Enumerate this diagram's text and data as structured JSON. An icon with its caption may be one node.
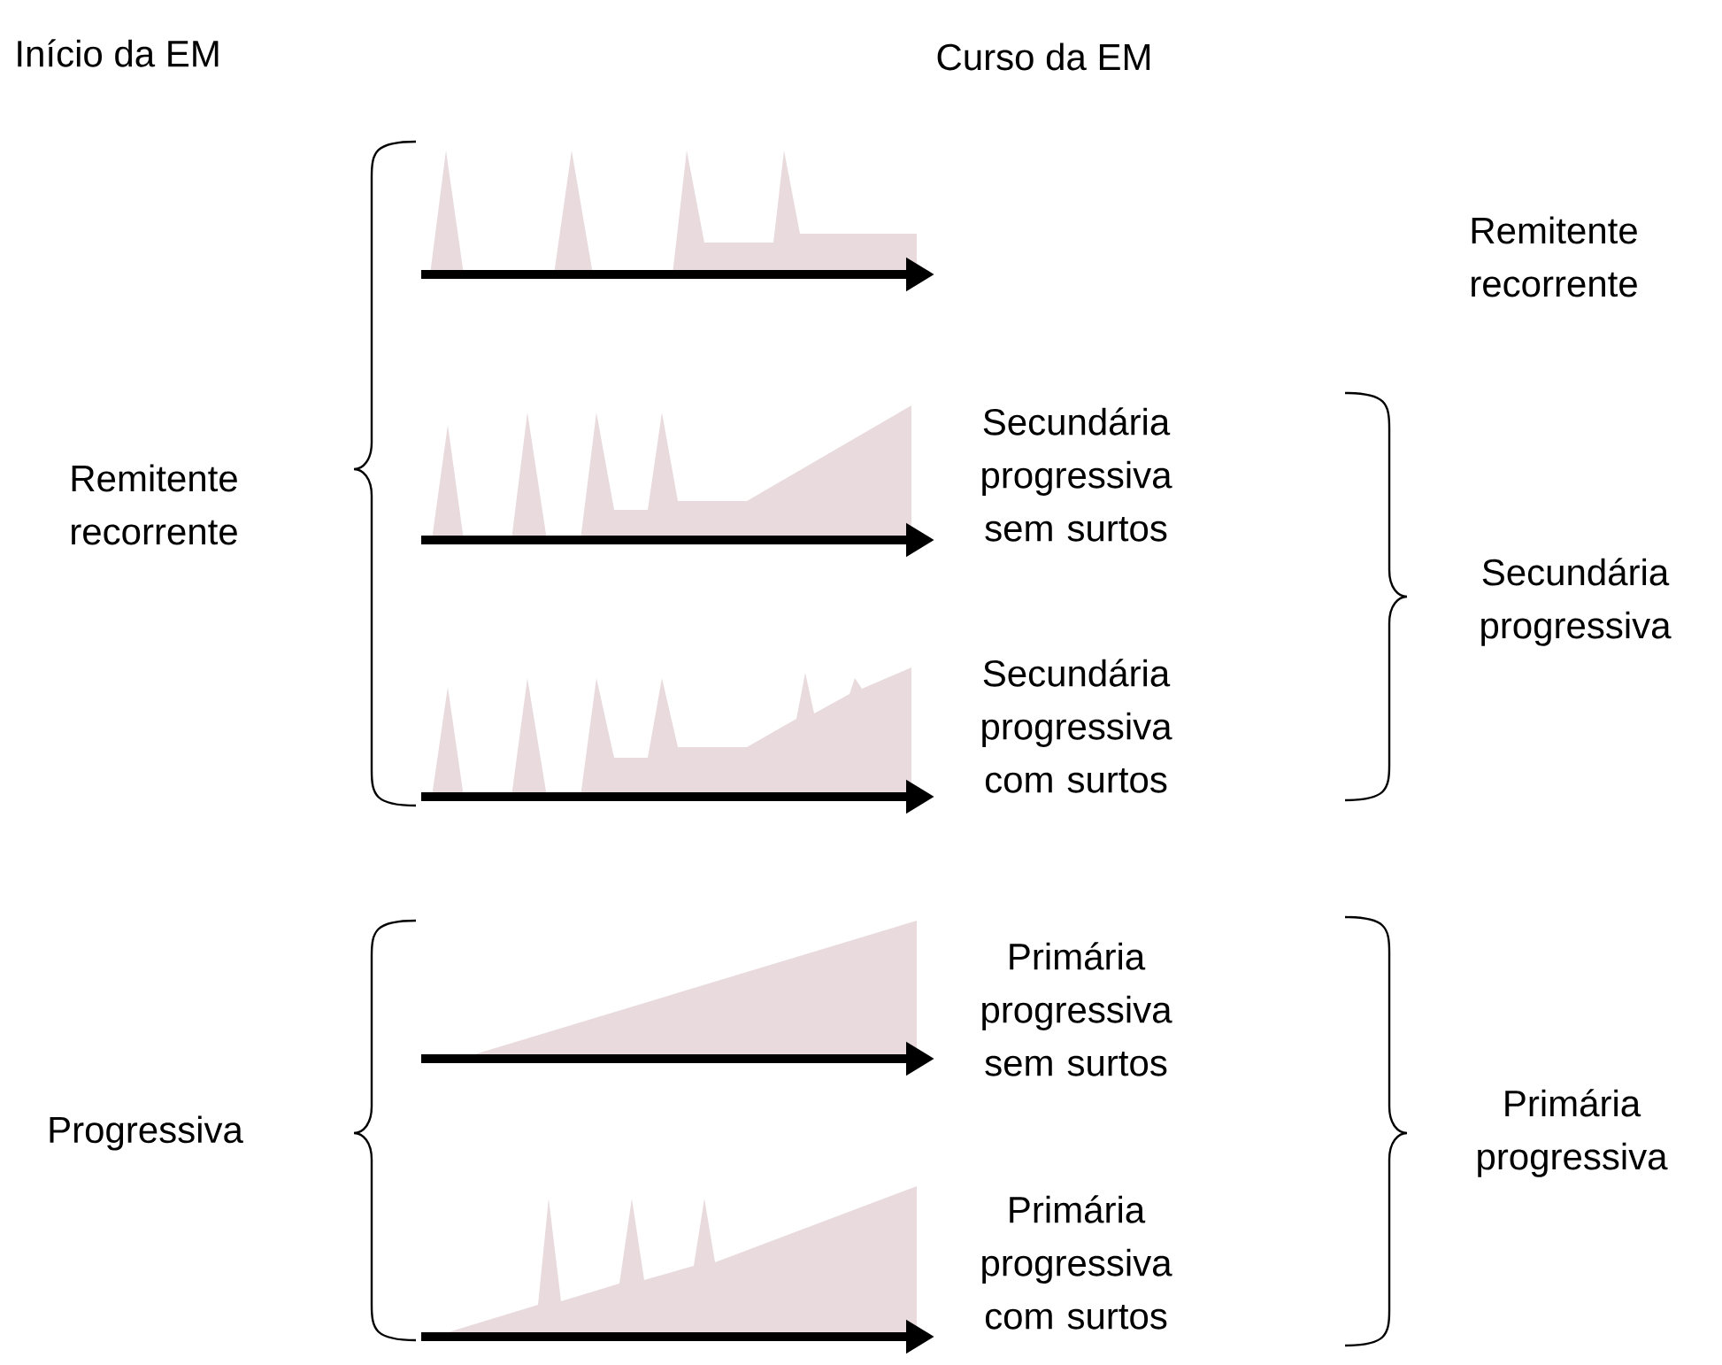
{
  "diagram": {
    "labels": [
      "Início da EM",
      "Curso da EM",
      "Remitente recorrente",
      "Secundária progressiva sem surtos",
      "Remitente recorrente",
      "Secundária progressiva",
      "Secundária progressiva com surtos",
      "Primária progressiva sem surtos",
      "Progressiva",
      "Primária progressiva",
      "Primária progressiva com surtos"
    ]
  }
}
